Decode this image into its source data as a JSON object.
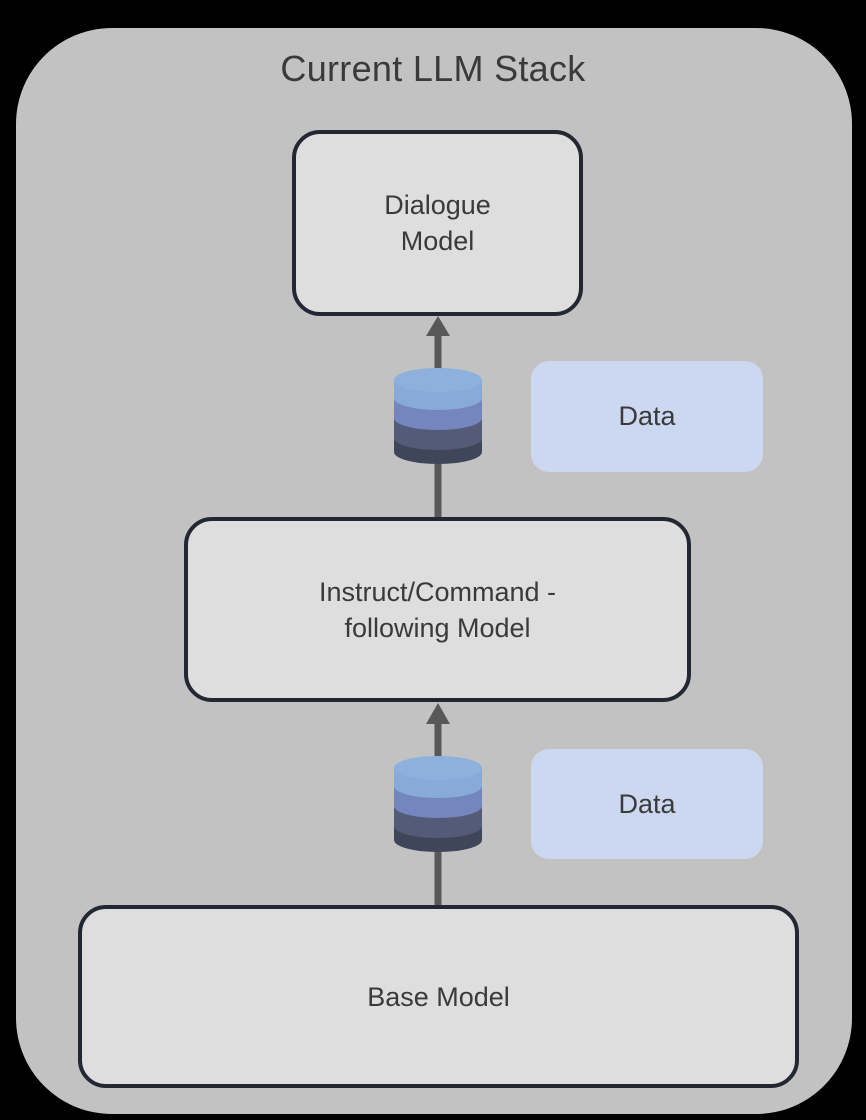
{
  "diagram": {
    "title": "Current LLM Stack",
    "models": {
      "dialogue": "Dialogue\nModel",
      "instruct": "Instruct/Command -\nfollowing Model",
      "base": "Base Model"
    },
    "data_labels": {
      "upper": "Data",
      "lower": "Data"
    },
    "icons": {
      "database": "database-stack-icon",
      "arrow": "arrow-up-icon"
    },
    "colors": {
      "panel": "#c2c2c2",
      "model_box_fill": "#dedede",
      "model_box_border": "#222733",
      "data_label_fill": "#ccd8f0",
      "db_top": "#88aad8",
      "db_middle": "#7585bd",
      "db_lower": "#535b78",
      "db_bottom": "#40465a",
      "arrow": "#585858"
    }
  }
}
